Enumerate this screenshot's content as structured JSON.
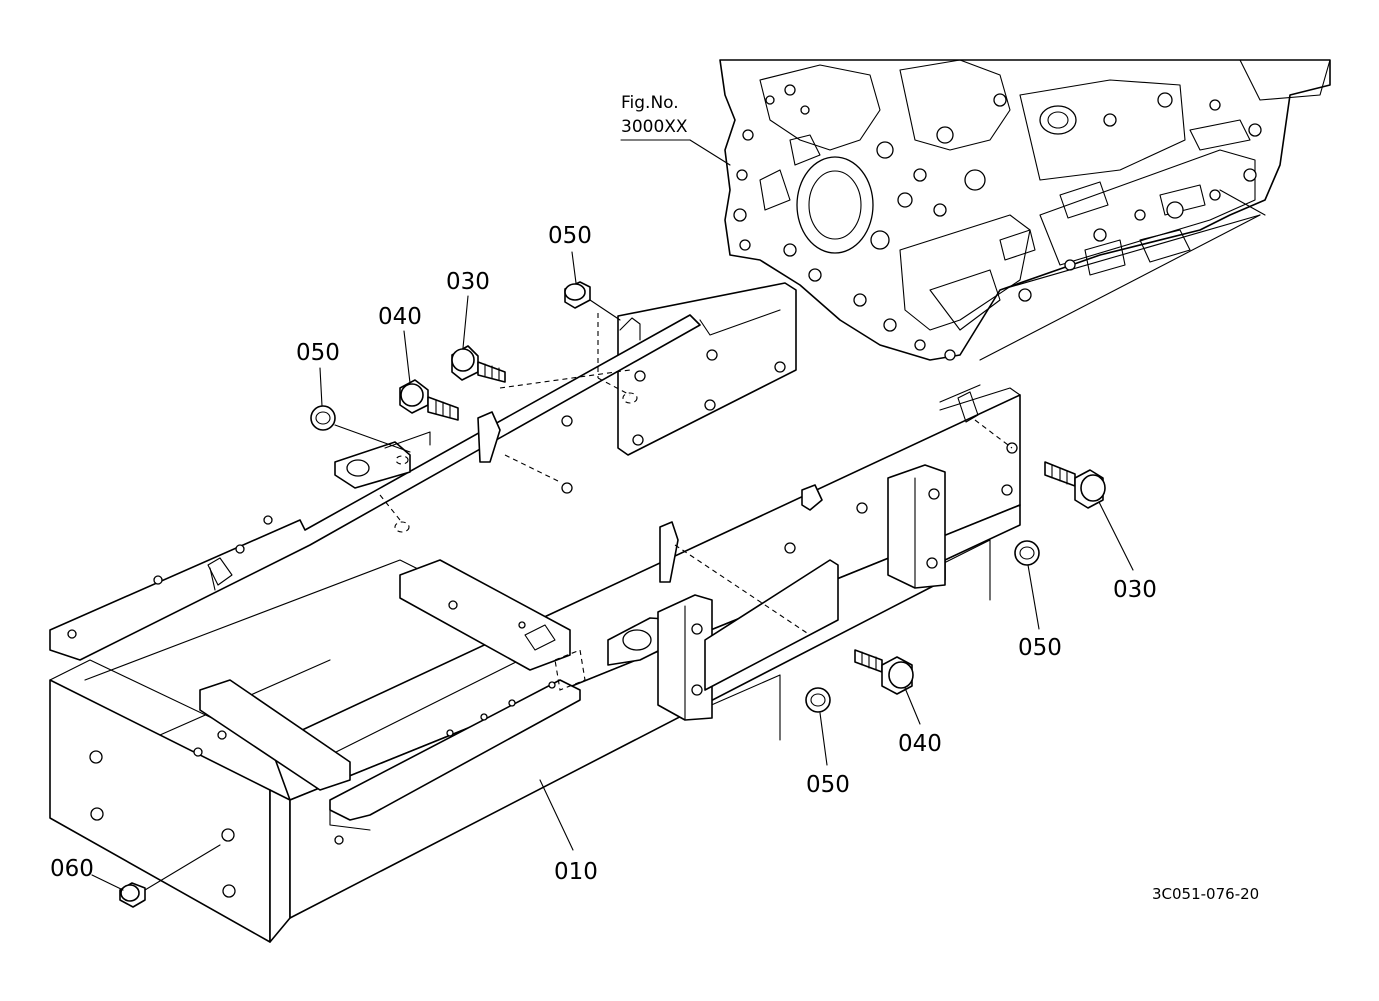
{
  "figure_reference": {
    "line1": "Fig.No.",
    "line2": "3000XX"
  },
  "drawing_code": "3C051-076-20",
  "callouts": [
    {
      "id": "c1",
      "label": "050"
    },
    {
      "id": "c2",
      "label": "030"
    },
    {
      "id": "c3",
      "label": "040"
    },
    {
      "id": "c4",
      "label": "050"
    },
    {
      "id": "c5",
      "label": "030"
    },
    {
      "id": "c6",
      "label": "050"
    },
    {
      "id": "c7",
      "label": "040"
    },
    {
      "id": "c8",
      "label": "050"
    },
    {
      "id": "c9",
      "label": "010"
    },
    {
      "id": "c10",
      "label": "060"
    }
  ]
}
